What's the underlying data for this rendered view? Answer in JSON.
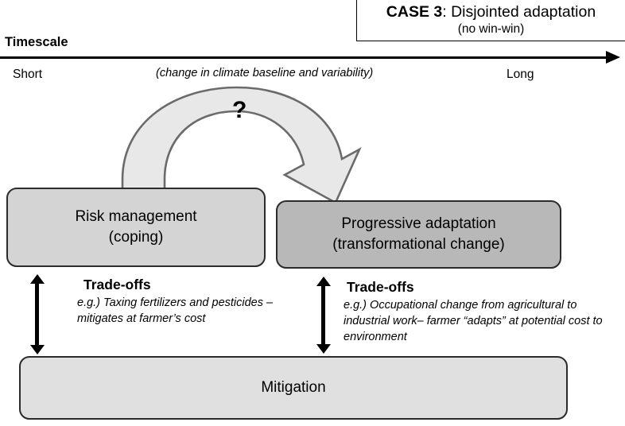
{
  "case_header": {
    "label": "CASE 3",
    "separator": ": ",
    "title": "Disjointed adaptation",
    "subtitle": "(no win-win)"
  },
  "timescale": {
    "title": "Timescale",
    "short_label": "Short",
    "long_label": "Long",
    "caption": "(change in climate baseline and variability)",
    "arrow_icon": "right-arrow-icon"
  },
  "curved_arrow": {
    "icon": "curved-arrow-icon",
    "question_mark": "?",
    "fill_color": "#e8e8e8",
    "stroke_color": "#6b6b6b"
  },
  "boxes": {
    "risk": {
      "line1": "Risk management",
      "line2": "(coping)",
      "fill_color": "#d4d4d4"
    },
    "progressive": {
      "line1": "Progressive adaptation",
      "line2": "(transformational change)",
      "fill_color": "#b8b8b8"
    },
    "mitigation": {
      "line1": "Mitigation",
      "fill_color": "#e0e0e0"
    }
  },
  "tradeoffs": {
    "left": {
      "title": "Trade-offs",
      "body": "e.g.) Taxing fertilizers and pesticides –mitigates at farmer’s cost",
      "arrow_icon": "double-headed-vertical-arrow-icon"
    },
    "right": {
      "title": "Trade-offs",
      "body": "e.g.) Occupational change from agricultural to industrial work– farmer “adapts” at potential cost to environment",
      "arrow_icon": "double-headed-vertical-arrow-icon"
    }
  }
}
